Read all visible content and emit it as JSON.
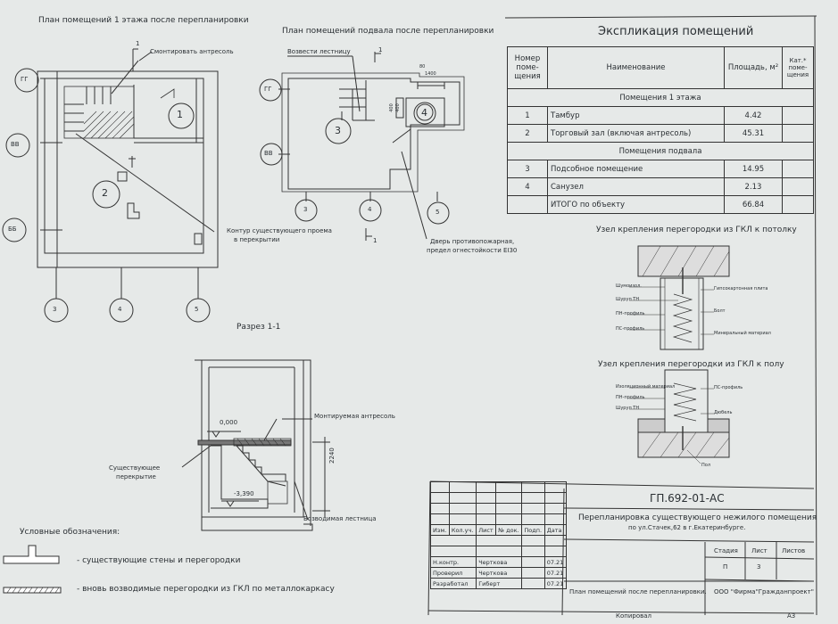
{
  "plan1": {
    "title": "План помещений 1 этажа после перепланировки",
    "label_dismantle": "Смонтировать антресоль",
    "label_contour": "Контур существующего проема",
    "label_contour2": "в перекрытии",
    "room1": "1",
    "room2": "2",
    "axes": [
      "ГГ",
      "ВВ",
      "ББ"
    ],
    "axes_bottom": [
      "3",
      "4",
      "5"
    ],
    "section_mark": "1"
  },
  "plan_basement": {
    "title": "План помещений подвала после перепланировки",
    "label_stairs": "Возвести лестницу",
    "label_door": "Дверь противопожарная,",
    "label_door2": "предел огнестойкости EI30",
    "room3": "3",
    "room4": "4",
    "axes": [
      "ГГ",
      "ВВ"
    ],
    "axes_bottom": [
      "3",
      "4",
      "5"
    ],
    "dims": [
      "80",
      "1400",
      "400",
      "400"
    ],
    "section_mark": "1"
  },
  "section": {
    "title": "Разрез 1-1",
    "level_top": "0,000",
    "level_bottom": "-3,390",
    "height_dim": "2240",
    "label_mezzanine": "Монтируемая антресоль",
    "label_existing": "Существующее",
    "label_existing2": "перекрытие",
    "label_stairs": "Возводимая лестница"
  },
  "legend": {
    "title": "Условные обозначения:",
    "items": [
      "- существующие стены и перегородки",
      "- вновь возводимые перегородки из ГКЛ по металлокаркасу"
    ]
  },
  "explication": {
    "title": "Экспликация помещений",
    "headers": [
      "Номер поме- щения",
      "Наименование",
      "Площадь, м²",
      "Кат.* поме- щения"
    ],
    "group1": "Помещения 1 этажа",
    "group2": "Помещения подвала",
    "rows1": [
      {
        "num": "1",
        "name": "Тамбур",
        "area": "4.42"
      },
      {
        "num": "2",
        "name": "Торговый зал (включая антресоль)",
        "area": "45.31"
      }
    ],
    "rows2": [
      {
        "num": "3",
        "name": "Подсобное помещение",
        "area": "14.95"
      },
      {
        "num": "4",
        "name": "Санузел",
        "area": "2.13"
      }
    ],
    "total_label": "ИТОГО по объекту",
    "total_area": "66.84"
  },
  "node_ceiling": {
    "title": "Узел крепления перегородки из ГКЛ к потолку",
    "labels_left": [
      "Шумоизол.",
      "Шуруп ТН",
      "ПН-профиль",
      "ПС-профиль"
    ],
    "labels_right": [
      "Гипсокартонная плита",
      "Болт",
      "Минеральный материал"
    ]
  },
  "node_floor": {
    "title": "Узел крепления перегородки из ГКЛ к полу",
    "labels_left": [
      "Изоляционный материал",
      "ПН-профиль",
      "Шуруп ТН"
    ],
    "labels_right": [
      "ПС-профиль",
      "Дюбель",
      "Пол"
    ]
  },
  "stamp": {
    "code": "ГП.692-01-АС",
    "project": "Перепланировка существующего нежилого помещения",
    "address": "по ул.Стачек,62 в г.Екатеринбурге.",
    "sheet_name": "План помещений после перепланировки.",
    "company": "ООО \"Фирма\"Гражданпроект\"",
    "col_headers": [
      "Изм.",
      "Кол.уч.",
      "Лист",
      "№ док.",
      "Подп.",
      "Дата"
    ],
    "stage_headers": [
      "Стадия",
      "Лист",
      "Листов"
    ],
    "stage_values": [
      "П",
      "3",
      ""
    ],
    "people": [
      {
        "role": "Н.контр.",
        "name": "Черткова",
        "date": "07.21"
      },
      {
        "role": "Проверил",
        "name": "Черткова",
        "date": "07.21"
      },
      {
        "role": "Разработал",
        "name": "Гиберт",
        "date": "07.21"
      }
    ],
    "copied": "Копировал",
    "format": "А3"
  }
}
